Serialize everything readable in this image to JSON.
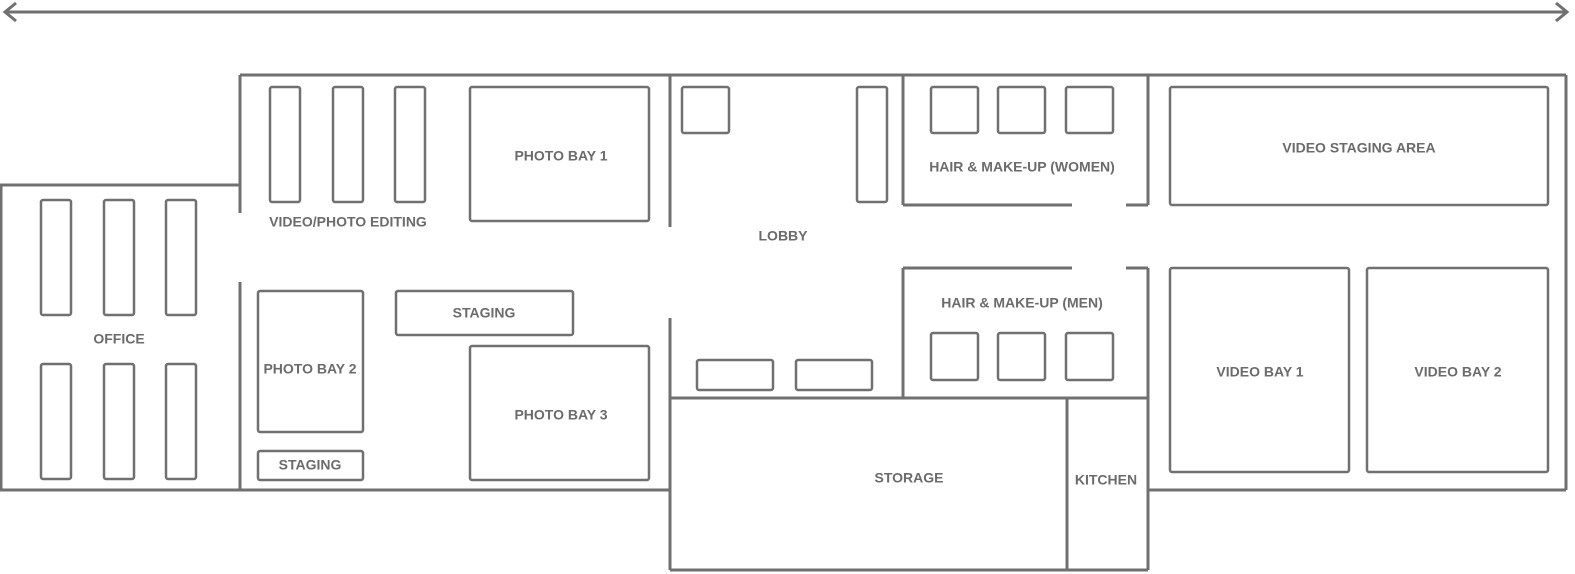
{
  "rooms": {
    "office": "OFFICE",
    "video_photo_editing": "VIDEO/PHOTO EDITING",
    "photo_bay_1": "PHOTO BAY 1",
    "photo_bay_2": "PHOTO BAY 2",
    "photo_bay_3": "PHOTO BAY 3",
    "staging_upper": "STAGING",
    "staging_lower": "STAGING",
    "lobby": "LOBBY",
    "hair_makeup_women": "HAIR & MAKE-UP (WOMEN)",
    "hair_makeup_men": "HAIR & MAKE-UP (MEN)",
    "video_staging_area": "VIDEO STAGING AREA",
    "video_bay_1": "VIDEO BAY 1",
    "video_bay_2": "VIDEO BAY 2",
    "storage": "STORAGE",
    "kitchen": "KITCHEN"
  },
  "colors": {
    "line": "#707070",
    "text": "#6b6b6b",
    "background": "#ffffff"
  }
}
